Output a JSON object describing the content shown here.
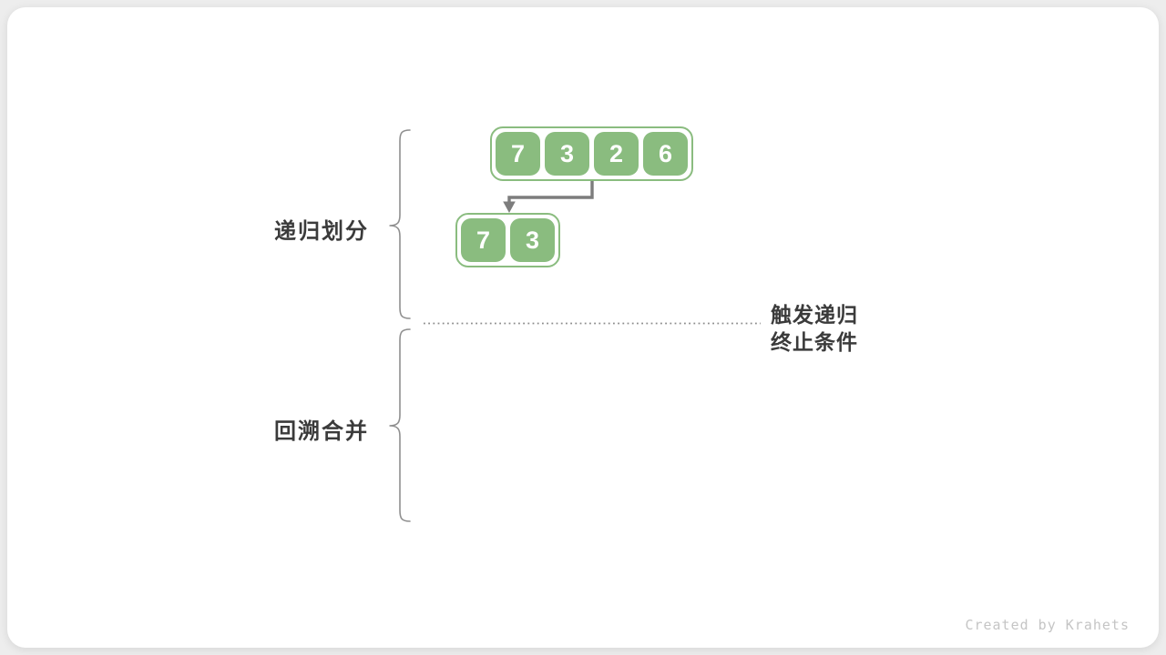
{
  "page": {
    "background_color": "#ededed",
    "card_color": "#ffffff"
  },
  "diagram": {
    "title_semantic": "merge-sort recursive divide and merge",
    "labels": {
      "recursive_partition": "递归划分",
      "backtrack_merge": "回溯合并",
      "termination_note_line1": "触发递归",
      "termination_note_line2": "终止条件"
    },
    "arrays": [
      {
        "name": "level-1-array",
        "values": [
          "7",
          "3",
          "2",
          "6"
        ]
      },
      {
        "name": "level-2-left-subarray",
        "values": [
          "7",
          "3"
        ]
      }
    ],
    "colors": {
      "cell_green": "#8abc7f",
      "arrow_gray": "#7d7d7d",
      "brace_gray": "#8f8f8f",
      "label_dark": "#3b3b3b",
      "dotted_line_gray": "#8c8c8c"
    }
  },
  "footer": {
    "credit": "Created by Krahets"
  }
}
